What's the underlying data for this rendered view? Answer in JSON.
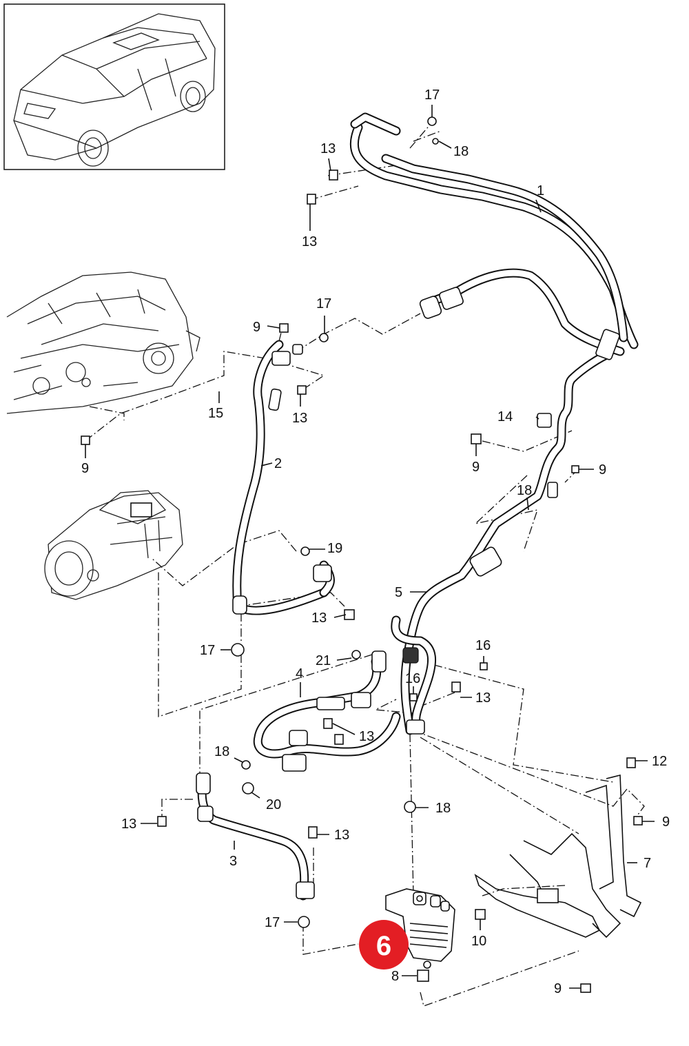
{
  "accent_color": "#e31e24",
  "highlight": {
    "label": "6"
  },
  "callouts": {
    "c17a": "17",
    "c18a": "18",
    "c13a": "13",
    "c13b": "13",
    "c1": "1",
    "c9a": "9",
    "c17b": "17",
    "c15": "15",
    "c13c": "13",
    "c9b": "9",
    "c2": "2",
    "c14": "14",
    "c9c": "9",
    "c9d": "9",
    "c18b": "18",
    "c19": "19",
    "c5": "5",
    "c13d": "13",
    "c17c": "17",
    "c21": "21",
    "c16a": "16",
    "c16b": "16",
    "c4": "4",
    "c13e": "13",
    "c13f": "13",
    "c18c": "18",
    "c12": "12",
    "c20": "20",
    "c18d": "18",
    "c13g": "13",
    "c9e": "9",
    "c13h": "13",
    "c3": "3",
    "c7": "7",
    "c17d": "17",
    "c10": "10",
    "c8": "8",
    "c9f": "9"
  },
  "icons": [
    "car-icon",
    "engine-icon",
    "compressor-icon",
    "oil-cooler-icon",
    "bracket-icon"
  ]
}
